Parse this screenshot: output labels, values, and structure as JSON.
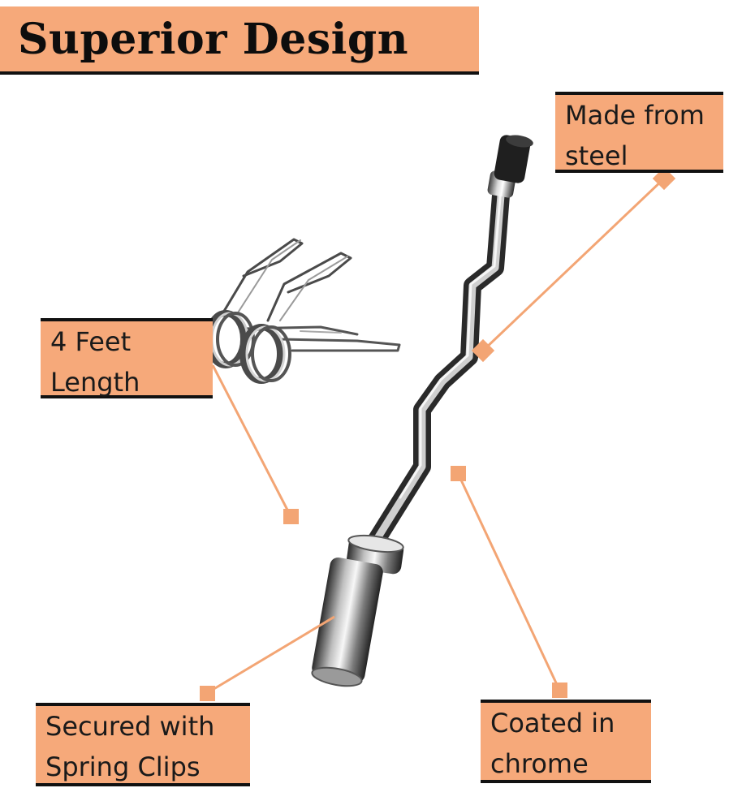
{
  "title": "Superior Design",
  "callouts": {
    "material": [
      "Made from",
      "steel"
    ],
    "length": [
      "4 Feet",
      "Length"
    ],
    "clips": [
      "Secured with",
      "Spring Clips"
    ],
    "coating": [
      "Coated in",
      "chrome"
    ]
  },
  "colors": {
    "accent": "#f6a97a",
    "leader_line": "#f3a574",
    "text": "#1a1a1a"
  }
}
